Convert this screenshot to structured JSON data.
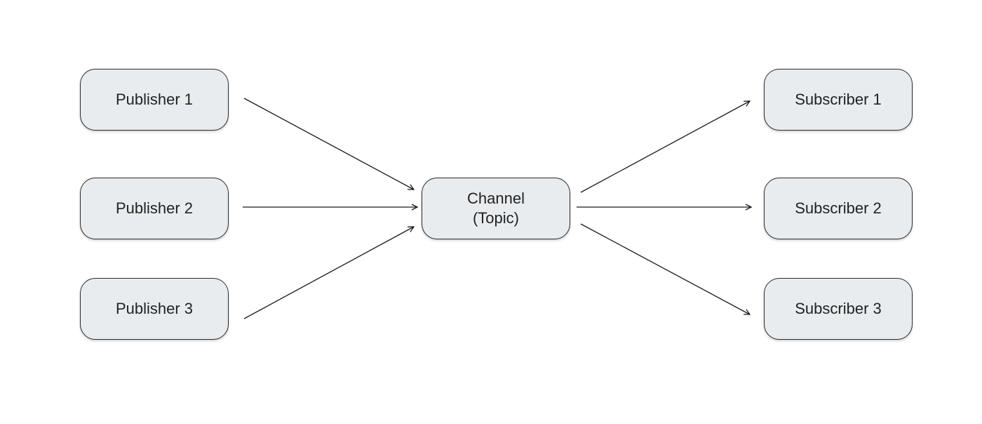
{
  "diagram": {
    "publishers": [
      {
        "id": "pub1",
        "label": "Publisher 1"
      },
      {
        "id": "pub2",
        "label": "Publisher 2"
      },
      {
        "id": "pub3",
        "label": "Publisher 3"
      }
    ],
    "channel": {
      "id": "channel",
      "label_line1": "Channel",
      "label_line2": "(Topic)"
    },
    "subscribers": [
      {
        "id": "sub1",
        "label": "Subscriber 1"
      },
      {
        "id": "sub2",
        "label": "Subscriber 2"
      },
      {
        "id": "sub3",
        "label": "Subscriber 3"
      }
    ],
    "edges": [
      {
        "from": "pub1",
        "to": "channel"
      },
      {
        "from": "pub2",
        "to": "channel"
      },
      {
        "from": "pub3",
        "to": "channel"
      },
      {
        "from": "channel",
        "to": "sub1"
      },
      {
        "from": "channel",
        "to": "sub2"
      },
      {
        "from": "channel",
        "to": "sub3"
      }
    ],
    "colors": {
      "node_fill": "#e9ecee",
      "node_border": "#2b2b2b",
      "edge": "#1a1a1a",
      "text": "#222222"
    }
  }
}
